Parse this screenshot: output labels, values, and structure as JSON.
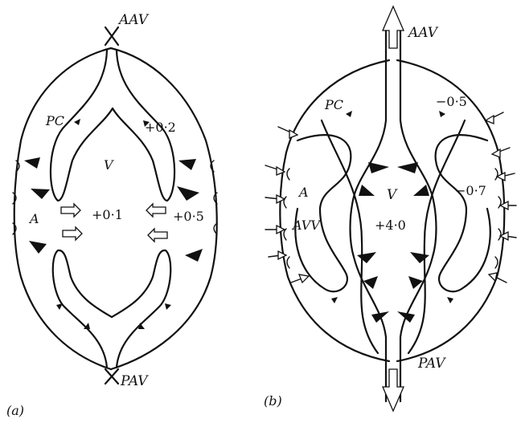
{
  "panel_a": {
    "caption": "(a)",
    "labels": {
      "aav": "AAV",
      "pav": "PAV",
      "pc": "PC",
      "ventricle": "V",
      "atrium": "A"
    },
    "values": {
      "v_center": "+0·1",
      "pc_right": "+0·2",
      "a_right": "+0·5"
    }
  },
  "panel_b": {
    "caption": "(b)",
    "labels": {
      "aav": "AAV",
      "pav": "PAV",
      "pc": "PC",
      "ventricle": "V",
      "atrium": "A",
      "avv": "AVV"
    },
    "values": {
      "v_center": "+4·0",
      "pc_right": "−0·5",
      "a_right": "−0·7"
    }
  },
  "colors": {
    "ink": "#111111",
    "background": "#ffffff"
  }
}
